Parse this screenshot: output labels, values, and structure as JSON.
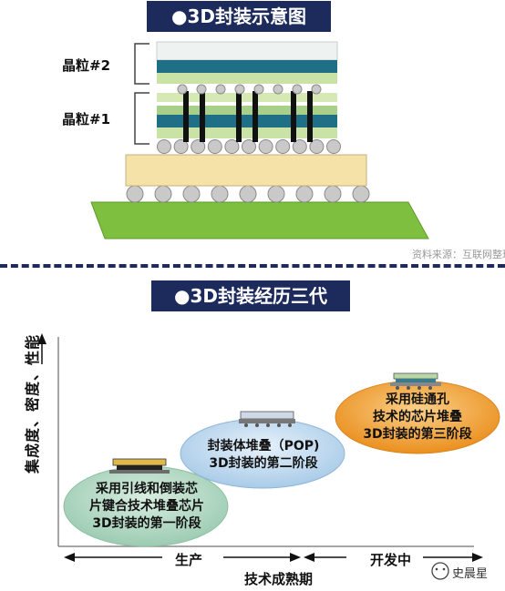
{
  "top": {
    "title": "●3D封装示意图",
    "die2_label": "晶粒#2",
    "die1_label": "晶粒#1",
    "source": "资料来源：互联网整理"
  },
  "bottom": {
    "title": "●3D封装经历三代",
    "y_axis_label": "集成度、密度、性能",
    "stage1": [
      "采用引线和倒装芯",
      "片键合技术堆叠芯片",
      "3D封装的第一阶段"
    ],
    "stage2": [
      "封装体堆叠（POP)",
      "3D封装的第二阶段"
    ],
    "stage3": [
      "采用硅通孔",
      "技术的芯片堆叠",
      "3D封装的第三阶段"
    ],
    "x_labels": {
      "production": "生产",
      "maturity": "技术成熟期",
      "development": "开发中"
    },
    "watermark": "史晨星"
  },
  "colors": {
    "navy": "#1c2a5c",
    "green_substrate": "#7fbf3f",
    "tan_interposer": "#f4e2a8",
    "teal_layer": "#1f6f86",
    "stage1_fill": "#b8dcc8",
    "stage2_fill": "#c7dff2",
    "stage3_fill": "#f3a53a"
  }
}
